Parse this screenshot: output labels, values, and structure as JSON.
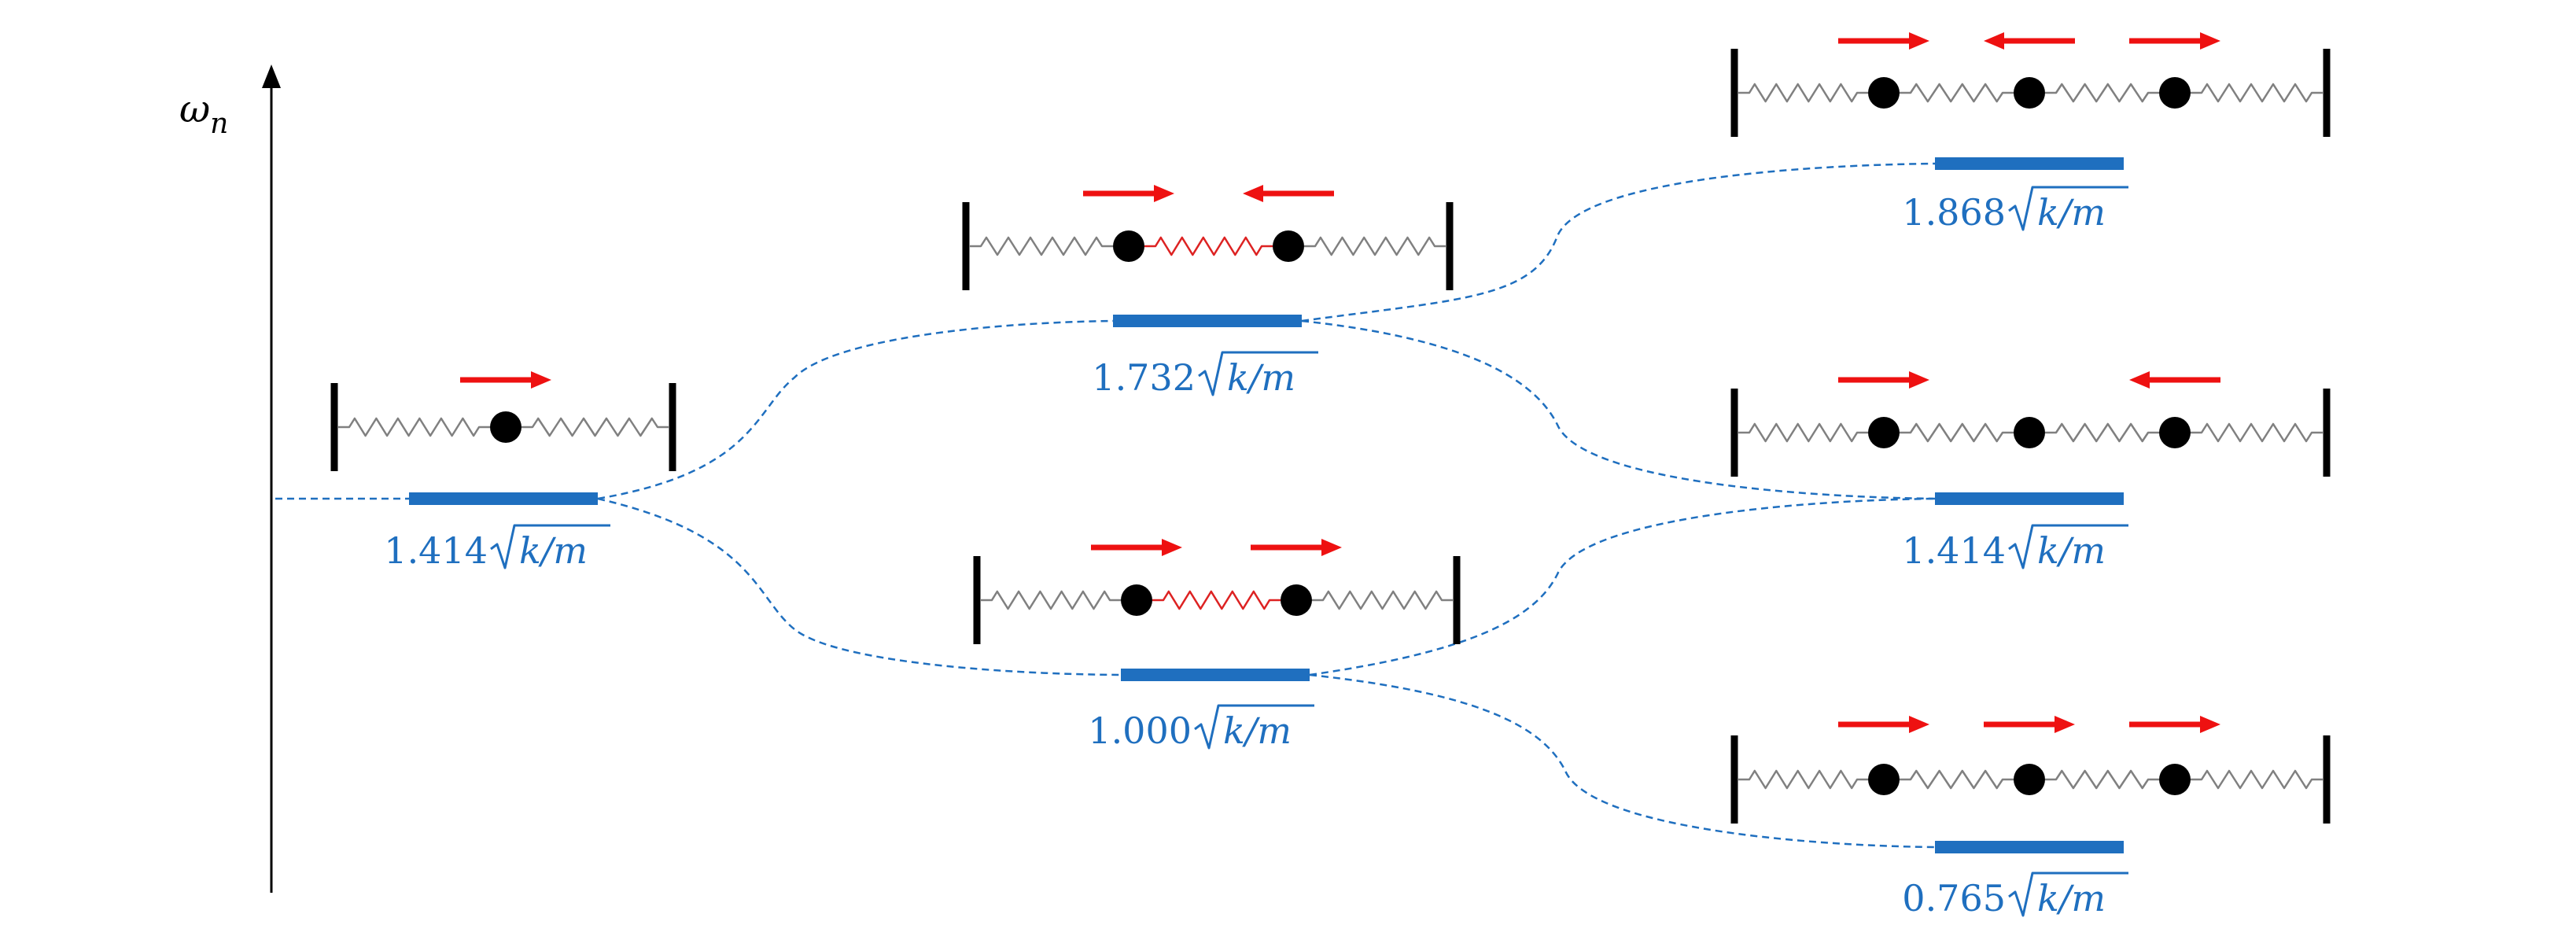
{
  "axis": {
    "label_symbol": "ω",
    "label_subscript": "n"
  },
  "colors": {
    "level": "#1f6fbf",
    "arrow": "#ee1111",
    "spring": "#808080",
    "coupling_spring": "#dd2222",
    "mass": "#000000",
    "wall": "#000000",
    "axis": "#000000"
  },
  "sqrt_arg": "k/m",
  "levels": [
    {
      "id": "one-mass",
      "value": "1.414",
      "masses": 1,
      "arrows": [
        "right"
      ],
      "coupling_highlight": false
    },
    {
      "id": "two-mass-antisym",
      "value": "1.732",
      "masses": 2,
      "arrows": [
        "right",
        "left"
      ],
      "coupling_highlight": true
    },
    {
      "id": "two-mass-sym",
      "value": "1.000",
      "masses": 2,
      "arrows": [
        "right",
        "right"
      ],
      "coupling_highlight": true
    },
    {
      "id": "three-mass-top",
      "value": "1.868",
      "masses": 3,
      "arrows": [
        "right",
        "left",
        "right"
      ],
      "coupling_highlight": false
    },
    {
      "id": "three-mass-mid",
      "value": "1.414",
      "masses": 3,
      "arrows": [
        "right",
        "none",
        "left"
      ],
      "coupling_highlight": false
    },
    {
      "id": "three-mass-bot",
      "value": "0.765",
      "masses": 3,
      "arrows": [
        "right",
        "right",
        "right"
      ],
      "coupling_highlight": false
    }
  ]
}
